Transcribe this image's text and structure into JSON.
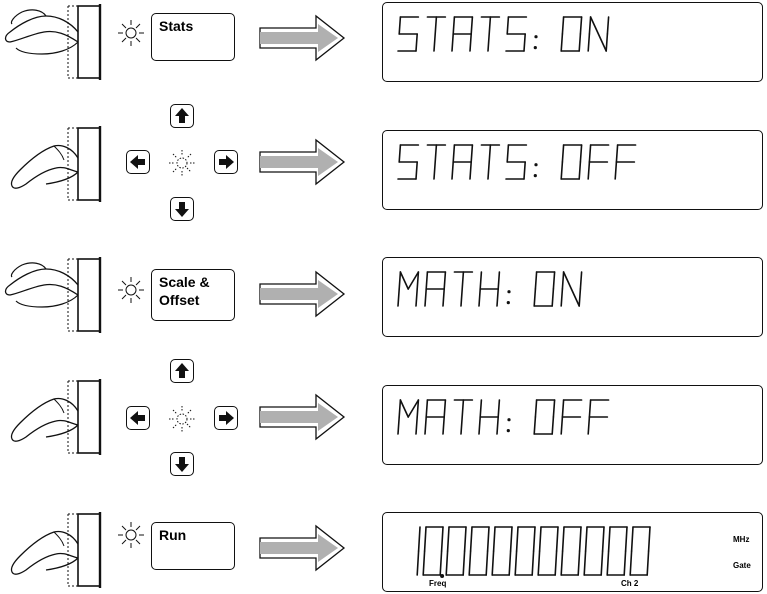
{
  "steps": [
    {
      "key_label": "Stats",
      "display_text": "STATS: ON"
    },
    {
      "key_label": "arrow keys",
      "display_text": "STATS: OFF"
    },
    {
      "key_label_line1": "Scale &",
      "key_label_line2": "Offset",
      "display_text": "MATH: ON"
    },
    {
      "key_label": "arrow keys",
      "display_text": "MATH: OFF"
    },
    {
      "key_label": "Run",
      "display_text": "10.000000000",
      "annunciators": {
        "unit": "MHz",
        "gate": "Gate",
        "freq": "Freq",
        "channel": "Ch 2"
      }
    }
  ]
}
